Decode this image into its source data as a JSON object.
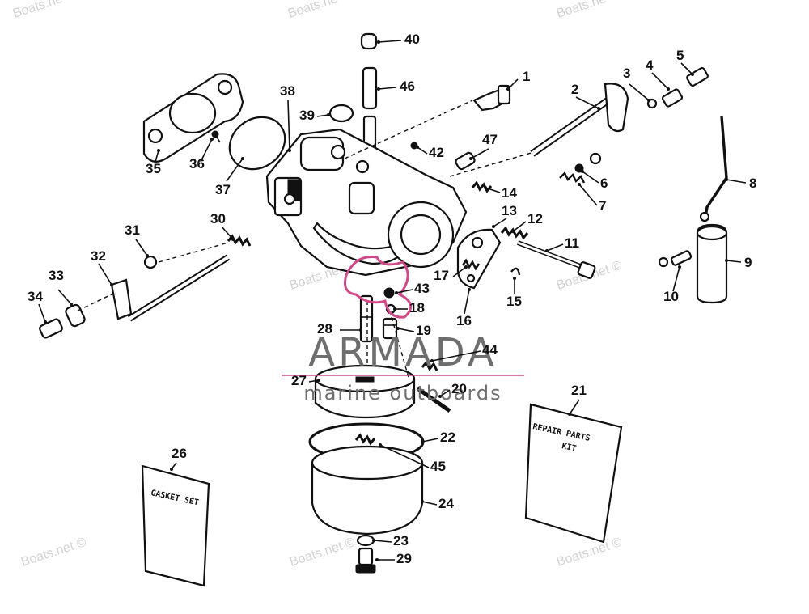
{
  "watermark": {
    "text": "Boats.net ©",
    "text_partial": "Boats.ne"
  },
  "brand": {
    "name": "ARMADA",
    "tagline": "marine outboards",
    "colors": {
      "text": "#6e6e6e",
      "accent": "#d04a8a"
    }
  },
  "cards": {
    "repair_kit_line1": "REPAIR PARTS",
    "repair_kit_line2": "KIT",
    "gasket_set": "GASKET SET"
  },
  "part_labels": [
    "1",
    "2",
    "3",
    "4",
    "5",
    "6",
    "7",
    "8",
    "9",
    "10",
    "11",
    "12",
    "13",
    "14",
    "15",
    "16",
    "17",
    "18",
    "19",
    "20",
    "21",
    "22",
    "23",
    "24",
    "26",
    "27",
    "28",
    "29",
    "30",
    "31",
    "32",
    "33",
    "34",
    "35",
    "36",
    "37",
    "38",
    "39",
    "40",
    "42",
    "43",
    "44",
    "45",
    "46",
    "47"
  ]
}
